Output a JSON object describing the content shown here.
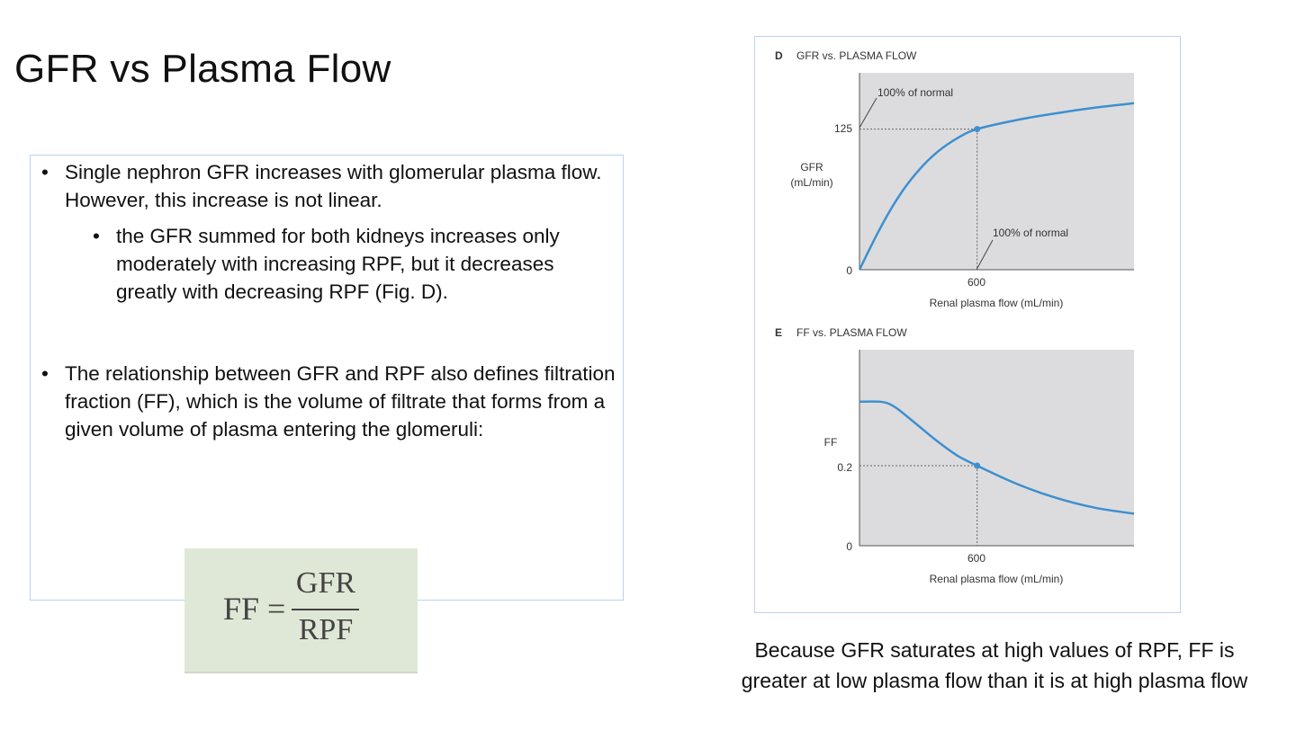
{
  "slide": {
    "title": "GFR vs Plasma Flow",
    "bullets": [
      {
        "text": "Single nephron GFR increases with glomerular plasma flow. However, this increase is not linear."
      },
      {
        "text": "the GFR summed for both kidneys increases only moderately with increasing RPF, but it decreases greatly with decreasing RPF (Fig. D)."
      },
      {
        "text": "The relationship between GFR and RPF also defines filtration fraction (FF), which is the volume of filtrate that forms from a given volume of plasma entering the glomeruli:"
      }
    ],
    "bullet_symbol": "•",
    "formula": {
      "lhs": "FF =",
      "numerator": "GFR",
      "denominator": "RPF"
    },
    "caption": "Because GFR saturates at high values of RPF, FF is greater at low plasma flow than it is at high plasma flow"
  },
  "figure": {
    "panel_d": {
      "letter": "D",
      "title": "GFR vs. PLASMA FLOW",
      "annotation_top": "100% of normal",
      "annotation_bottom": "100% of normal",
      "ylabel_line1": "GFR",
      "ylabel_line2": "(mL/min)",
      "ytick_125": "125",
      "ytick_0": "0",
      "xtick_600": "600",
      "xlabel": "Renal plasma flow (mL/min)"
    },
    "panel_e": {
      "letter": "E",
      "title": "FF vs. PLASMA FLOW",
      "ylabel": "FF",
      "ytick_02": "0.2",
      "ytick_0": "0",
      "xtick_600": "600",
      "xlabel": "Renal plasma flow (mL/min)"
    },
    "colors": {
      "plot_bg": "#dcdcde",
      "curve": "#3d8fd0",
      "axis": "#555555"
    }
  },
  "chart_data": [
    {
      "type": "line",
      "title": "GFR vs. PLASMA FLOW",
      "xlabel": "Renal plasma flow (mL/min)",
      "ylabel": "GFR (mL/min)",
      "xticks": [
        600
      ],
      "yticks": [
        0,
        125
      ],
      "series": [
        {
          "x": [
            0,
            100,
            200,
            300,
            400,
            500,
            600,
            800,
            1000,
            1200,
            1400
          ],
          "y": [
            0,
            35,
            65,
            88,
            105,
            117,
            125,
            133,
            139,
            144,
            148
          ]
        }
      ],
      "annotations": [
        "100% of normal",
        "100% of normal"
      ],
      "highlight_point": {
        "x": 600,
        "y": 125
      }
    },
    {
      "type": "line",
      "title": "FF vs. PLASMA FLOW",
      "xlabel": "Renal plasma flow (mL/min)",
      "ylabel": "FF",
      "xticks": [
        600
      ],
      "yticks": [
        0,
        0.2
      ],
      "series": [
        {
          "x": [
            0,
            100,
            150,
            200,
            300,
            400,
            500,
            600,
            800,
            1000,
            1200,
            1400
          ],
          "y": [
            0.36,
            0.36,
            0.355,
            0.34,
            0.3,
            0.26,
            0.225,
            0.2,
            0.155,
            0.12,
            0.095,
            0.08
          ]
        }
      ],
      "highlight_point": {
        "x": 600,
        "y": 0.2
      }
    }
  ]
}
